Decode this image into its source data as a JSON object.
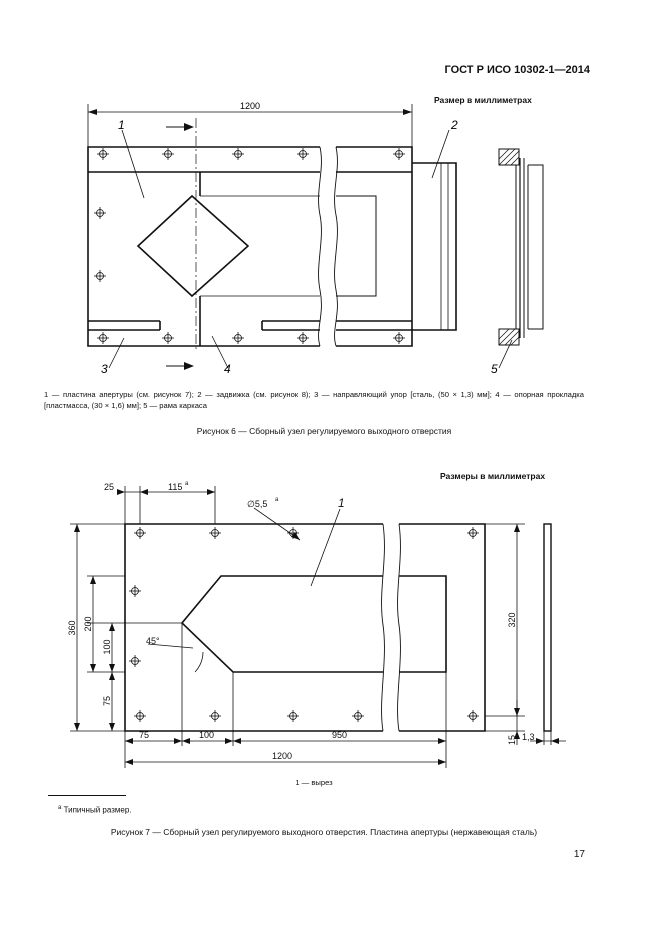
{
  "header": {
    "standard_code": "ГОСТ Р ИСО 10302-1—2014"
  },
  "figure6": {
    "units_note": "Размер в миллиметрах",
    "dim_width": "1200",
    "callouts": [
      "1",
      "2",
      "3",
      "4",
      "5"
    ],
    "legend": "1 — пластина апертуры (см. рисунок 7); 2 — задвижка (см. рисунок 8); 3 — направляющий упор [сталь, (50 × 1,3) мм]; 4 — опорная прокладка [пластмасса, (30 × 1,6) мм]; 5 — рама каркаса",
    "caption": "Рисунок 6 — Сборный узел регулируемого выходного отверстия"
  },
  "figure7": {
    "units_note": "Размеры в миллиметрах",
    "dims": {
      "d25": "25",
      "d115": "115",
      "d115_sup": "a",
      "hole": "∅5,5",
      "hole_sup": "a",
      "callout": "1",
      "d360": "360",
      "d200": "200",
      "d100v": "100",
      "d75v": "75",
      "angle": "45°",
      "d320": "320",
      "d15": "15",
      "d1_3": "1,3",
      "d75h": "75",
      "d100h": "100",
      "d950": "950",
      "d1200": "1200"
    },
    "legend": "1 — вырез",
    "caption": "Рисунок 7 — Сборный узел регулируемого выходного отверстия. Пластина апертуры (нержавеющая сталь)"
  },
  "footnote": {
    "marker": "a",
    "text": " Типичный размер."
  },
  "page_number": "17"
}
